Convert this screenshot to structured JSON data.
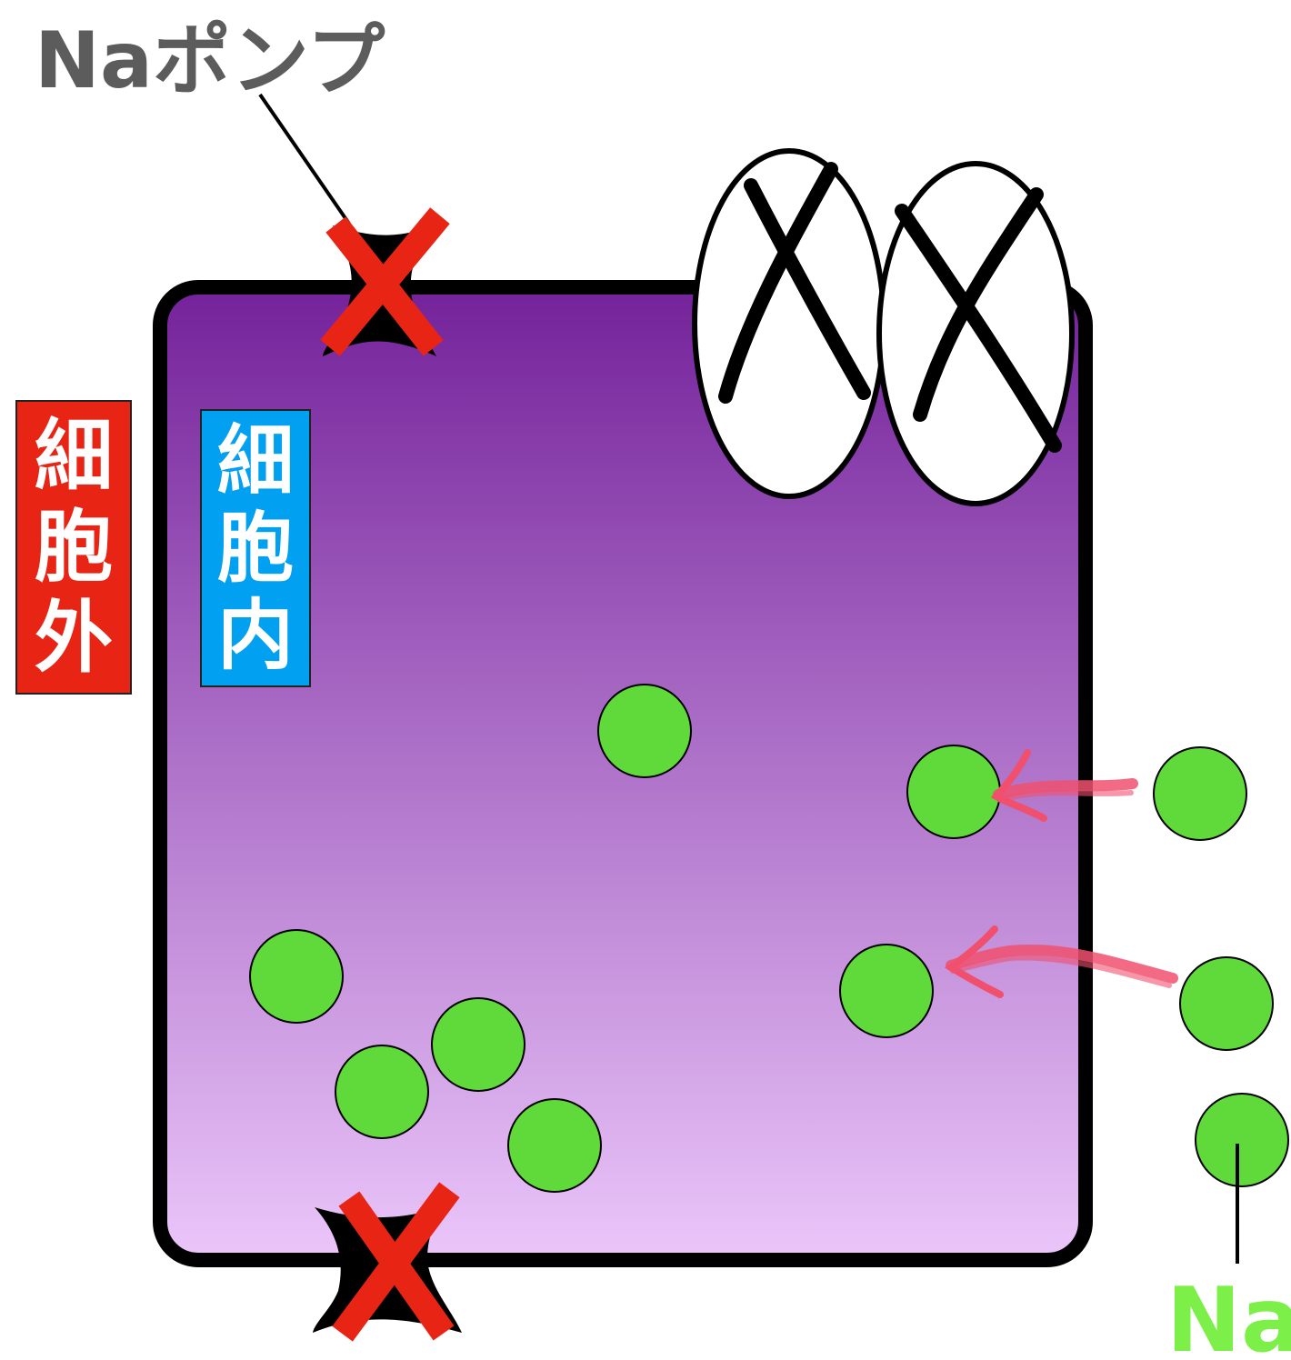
{
  "labels": {
    "pump": "Naポンプ",
    "outside": [
      "細",
      "胞",
      "外"
    ],
    "inside": [
      "細",
      "胞",
      "内"
    ],
    "ion": "Na"
  },
  "colors": {
    "cell_top": "#74229a",
    "cell_bottom": "#ebc6fa",
    "ion_fill": "#60d93a",
    "outside_box": "#e82414",
    "inside_box": "#02a0f1",
    "cross": "#e82414",
    "arrow": "#f0506e",
    "pump_text": "#5c5c5c",
    "ion_text": "#7cf048"
  }
}
